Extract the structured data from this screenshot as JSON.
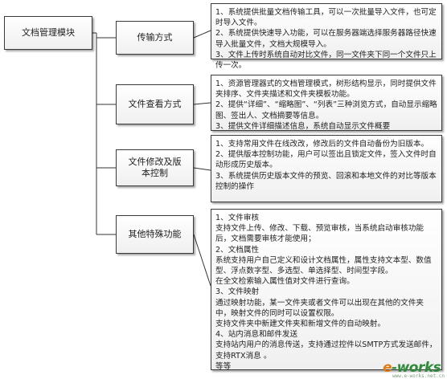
{
  "root": {
    "label": "文档管理模块"
  },
  "categories": [
    {
      "label": "传输方式",
      "items": [
        "1、系统提供批量文档传输工具，可以一次批量导入文件，也可定时导入文件。",
        "2、系统提供快速导入功能，可以在服务器端选择服务器路径快速导入批量文件，文档大规模导入。",
        "3、文件上传时系统自动对比文件，同一文件夹下同一个文件只上传一次。"
      ]
    },
    {
      "label": "文件查看方式",
      "items": [
        "1、资源管理器式的文档管理模式，树形结构显示，同时提供文件夹排序、文件夹描述和文件夹模板功能。",
        "2、提供“详细”、“缩略图”、“列表”三种浏览方式，自动显示缩略图、签出人、文档摘要等信息。",
        "3、提供文件详细描述信息，系统自动显示文件概要"
      ]
    },
    {
      "label": "文件修改及版本控制",
      "items": [
        "1、支持常用文件在线改改，修改后的文件自动备份为旧版本。",
        "2、提供版本控制功能，用户可以签出且锁定文件，签入文件时自动形成历史版本。",
        "3、系统提供历史版本文件的预览、回滚和本地文件的对比等版本控制的操作"
      ]
    },
    {
      "label": "其他特殊功能",
      "items": [
        "1、文件审核",
        "支持文件上传、修改、下载、预览审核，当系统启动审核功能后，文档需要审核才能使用；",
        "2、文档属性",
        "系统支持用户自己定义和设计文档属性，属性支持文本型、数值型、浮点数字型、多选型、单选择型、时间型字段。",
        "在全文检索输入属性值对文件进行查询。",
        "3、文件映射",
        "通过映射功能，某一文件夹或者文件可以出现在其他的文件夹中，映射文件的同时可以设置权限。",
        "支持文件夹中新建文件夹和新增文件的自动映射。",
        "4、站内消息和邮件发送",
        "支持站内用户的消息传送，支持通过控件以SMTP方式发送邮件，支持RTX消息 。",
        "等等"
      ]
    }
  ],
  "watermark": {
    "prefix": "e",
    "main": "-works",
    "sub": "www.e-works.net.cn"
  },
  "colors": {
    "line": "#333333",
    "box_border": "#3a3a3a",
    "watermark_green": "#2e8b3a",
    "watermark_orange": "#e07a14"
  }
}
